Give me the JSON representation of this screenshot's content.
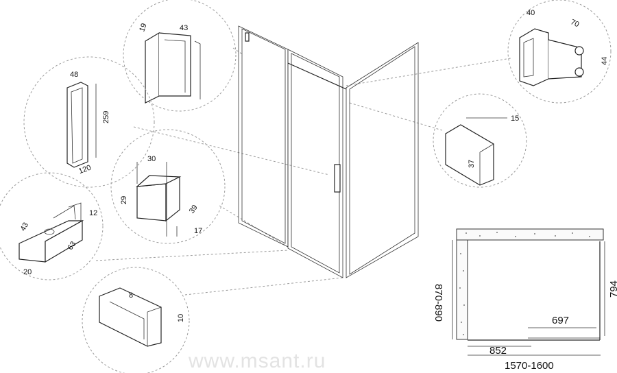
{
  "watermark": "www.msant.ru",
  "details": {
    "profile_top": {
      "width": "19",
      "depth": "43"
    },
    "handle": {
      "width": "48",
      "height": "259",
      "length": "120"
    },
    "stopper": {
      "width": "30",
      "height": "29",
      "diag": "39",
      "depth": "17"
    },
    "guide_block": {
      "length": "43",
      "height": "12",
      "depth": "63",
      "width": "20"
    },
    "profile_bottom": {
      "width": "8",
      "height": "10"
    },
    "wall_bracket": {
      "width": "40",
      "depth": "70",
      "height": "44"
    },
    "profile_side": {
      "width": "15",
      "height": "37"
    }
  },
  "plan": {
    "side_depth": "870-890",
    "panel_depth": "794",
    "door_opening": "697",
    "front_panel": "852",
    "total_width": "1570-1600"
  }
}
